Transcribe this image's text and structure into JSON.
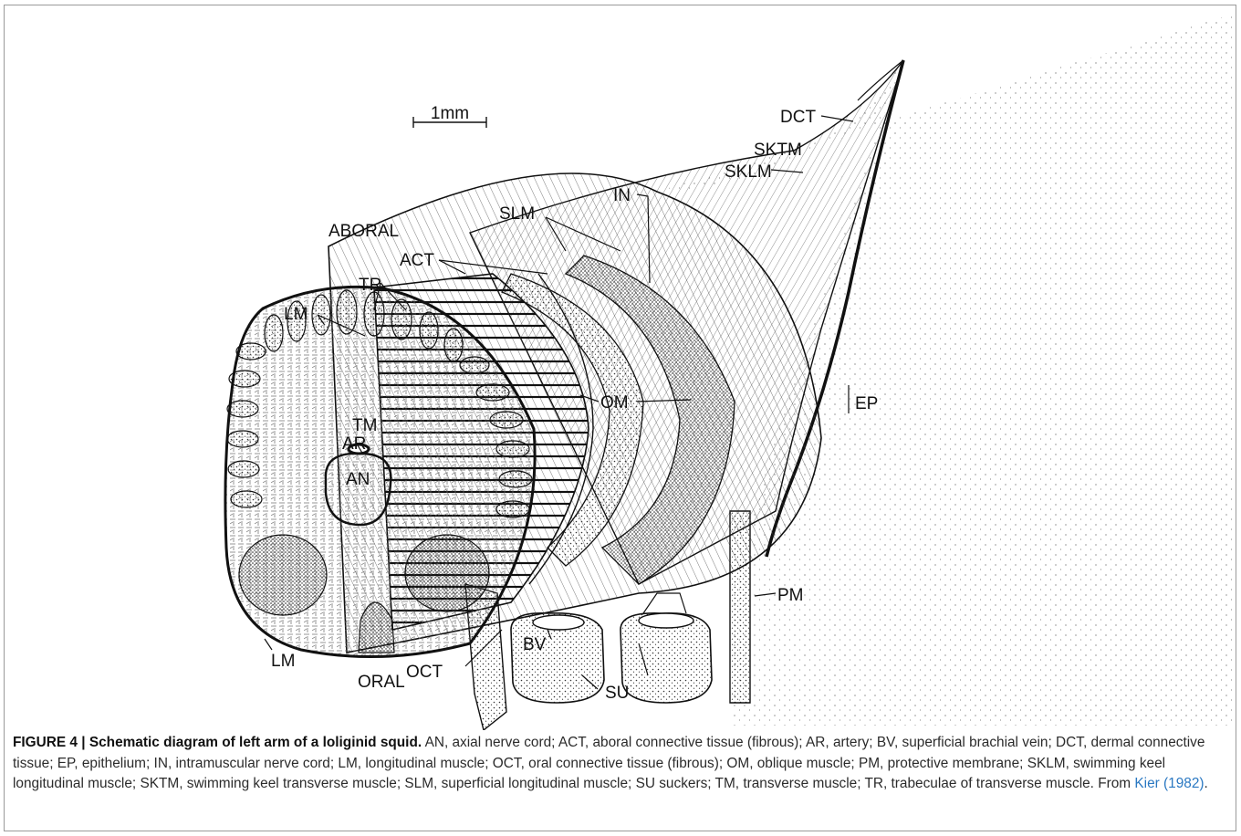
{
  "figure": {
    "scale_bar": "1mm",
    "labels": {
      "aboral": "ABORAL",
      "oral": "ORAL",
      "dct": "DCT",
      "sktm": "SKTM",
      "sklm": "SKLM",
      "in": "IN",
      "slm": "SLM",
      "act": "ACT",
      "tr": "TR",
      "lm_top": "LM",
      "lm_bottom": "LM",
      "om": "OM",
      "ep": "EP",
      "tm": "TM",
      "ar": "AR",
      "an": "AN",
      "pm": "PM",
      "bv": "BV",
      "oct": "OCT",
      "su": "SU"
    }
  },
  "caption": {
    "title": "FIGURE 4 | Schematic diagram of left arm of a loliginid squid.",
    "body": " AN, axial nerve cord; ACT, aboral connective tissue (fibrous); AR, artery; BV, superficial brachial vein; DCT, dermal connective tissue; EP, epithelium; IN, intramuscular nerve cord; LM, longitudinal muscle; OCT, oral connective tissue (fibrous); OM, oblique muscle; PM, protective membrane; SKLM, swimming keel longitudinal muscle; SKTM, swimming keel transverse muscle; SLM, superficial longitudinal muscle; SU suckers; TM, transverse muscle; TR, trabeculae of transverse muscle. From ",
    "citation": "Kier (1982)",
    "end": "."
  },
  "colors": {
    "ink": "#111111",
    "citation": "#2a78c2",
    "frame": "#9a9a9a"
  }
}
